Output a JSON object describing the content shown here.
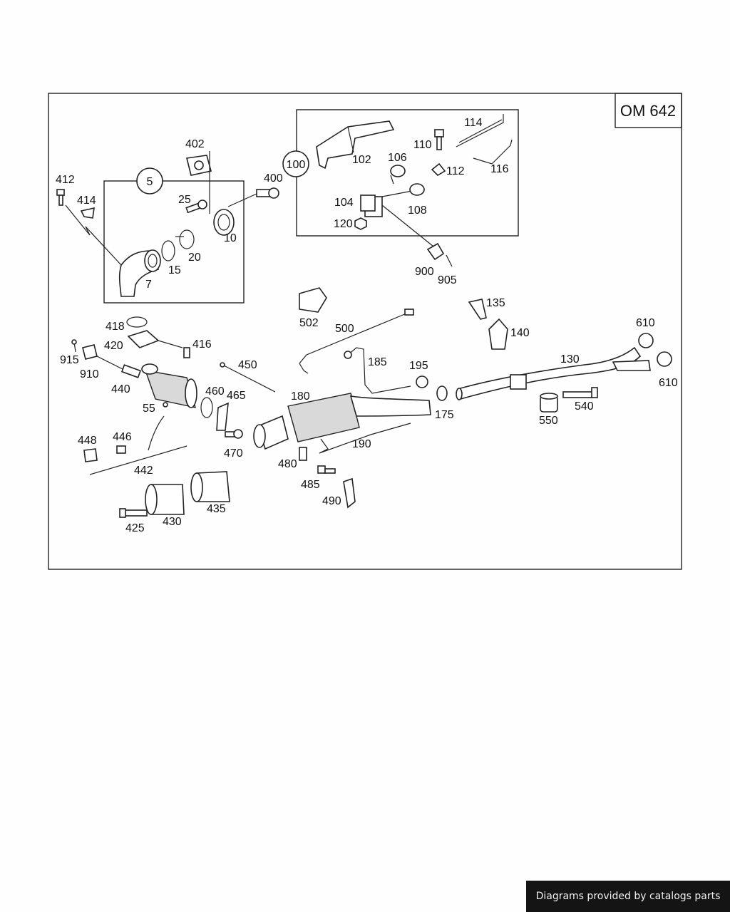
{
  "diagram": {
    "model": "OM 642",
    "groups": [
      "5",
      "100"
    ],
    "part_labels": {
      "p412": "412",
      "p414": "414",
      "p402": "402",
      "p400": "400",
      "p25": "25",
      "p10": "10",
      "p20": "20",
      "p15": "15",
      "p7": "7",
      "p102": "102",
      "p114": "114",
      "p110": "110",
      "p106": "106",
      "p112": "112",
      "p116": "116",
      "p104": "104",
      "p108": "108",
      "p120": "120",
      "p900": "900",
      "p905": "905",
      "p418": "418",
      "p420": "420",
      "p416": "416",
      "p915": "915",
      "p910": "910",
      "p440": "440",
      "p55": "55",
      "p460": "460",
      "p465": "465",
      "p470": "470",
      "p450": "450",
      "p448": "448",
      "p446": "446",
      "p442": "442",
      "p425": "425",
      "p430": "430",
      "p435": "435",
      "p502": "502",
      "p500": "500",
      "p185": "185",
      "p195": "195",
      "p180": "180",
      "p175": "175",
      "p190": "190",
      "p480": "480",
      "p485": "485",
      "p490": "490",
      "p135": "135",
      "p140": "140",
      "p130": "130",
      "p610a": "610",
      "p610b": "610",
      "p540": "540",
      "p550": "550"
    }
  },
  "footer": {
    "credit": "Diagrams provided by catalogs parts"
  }
}
